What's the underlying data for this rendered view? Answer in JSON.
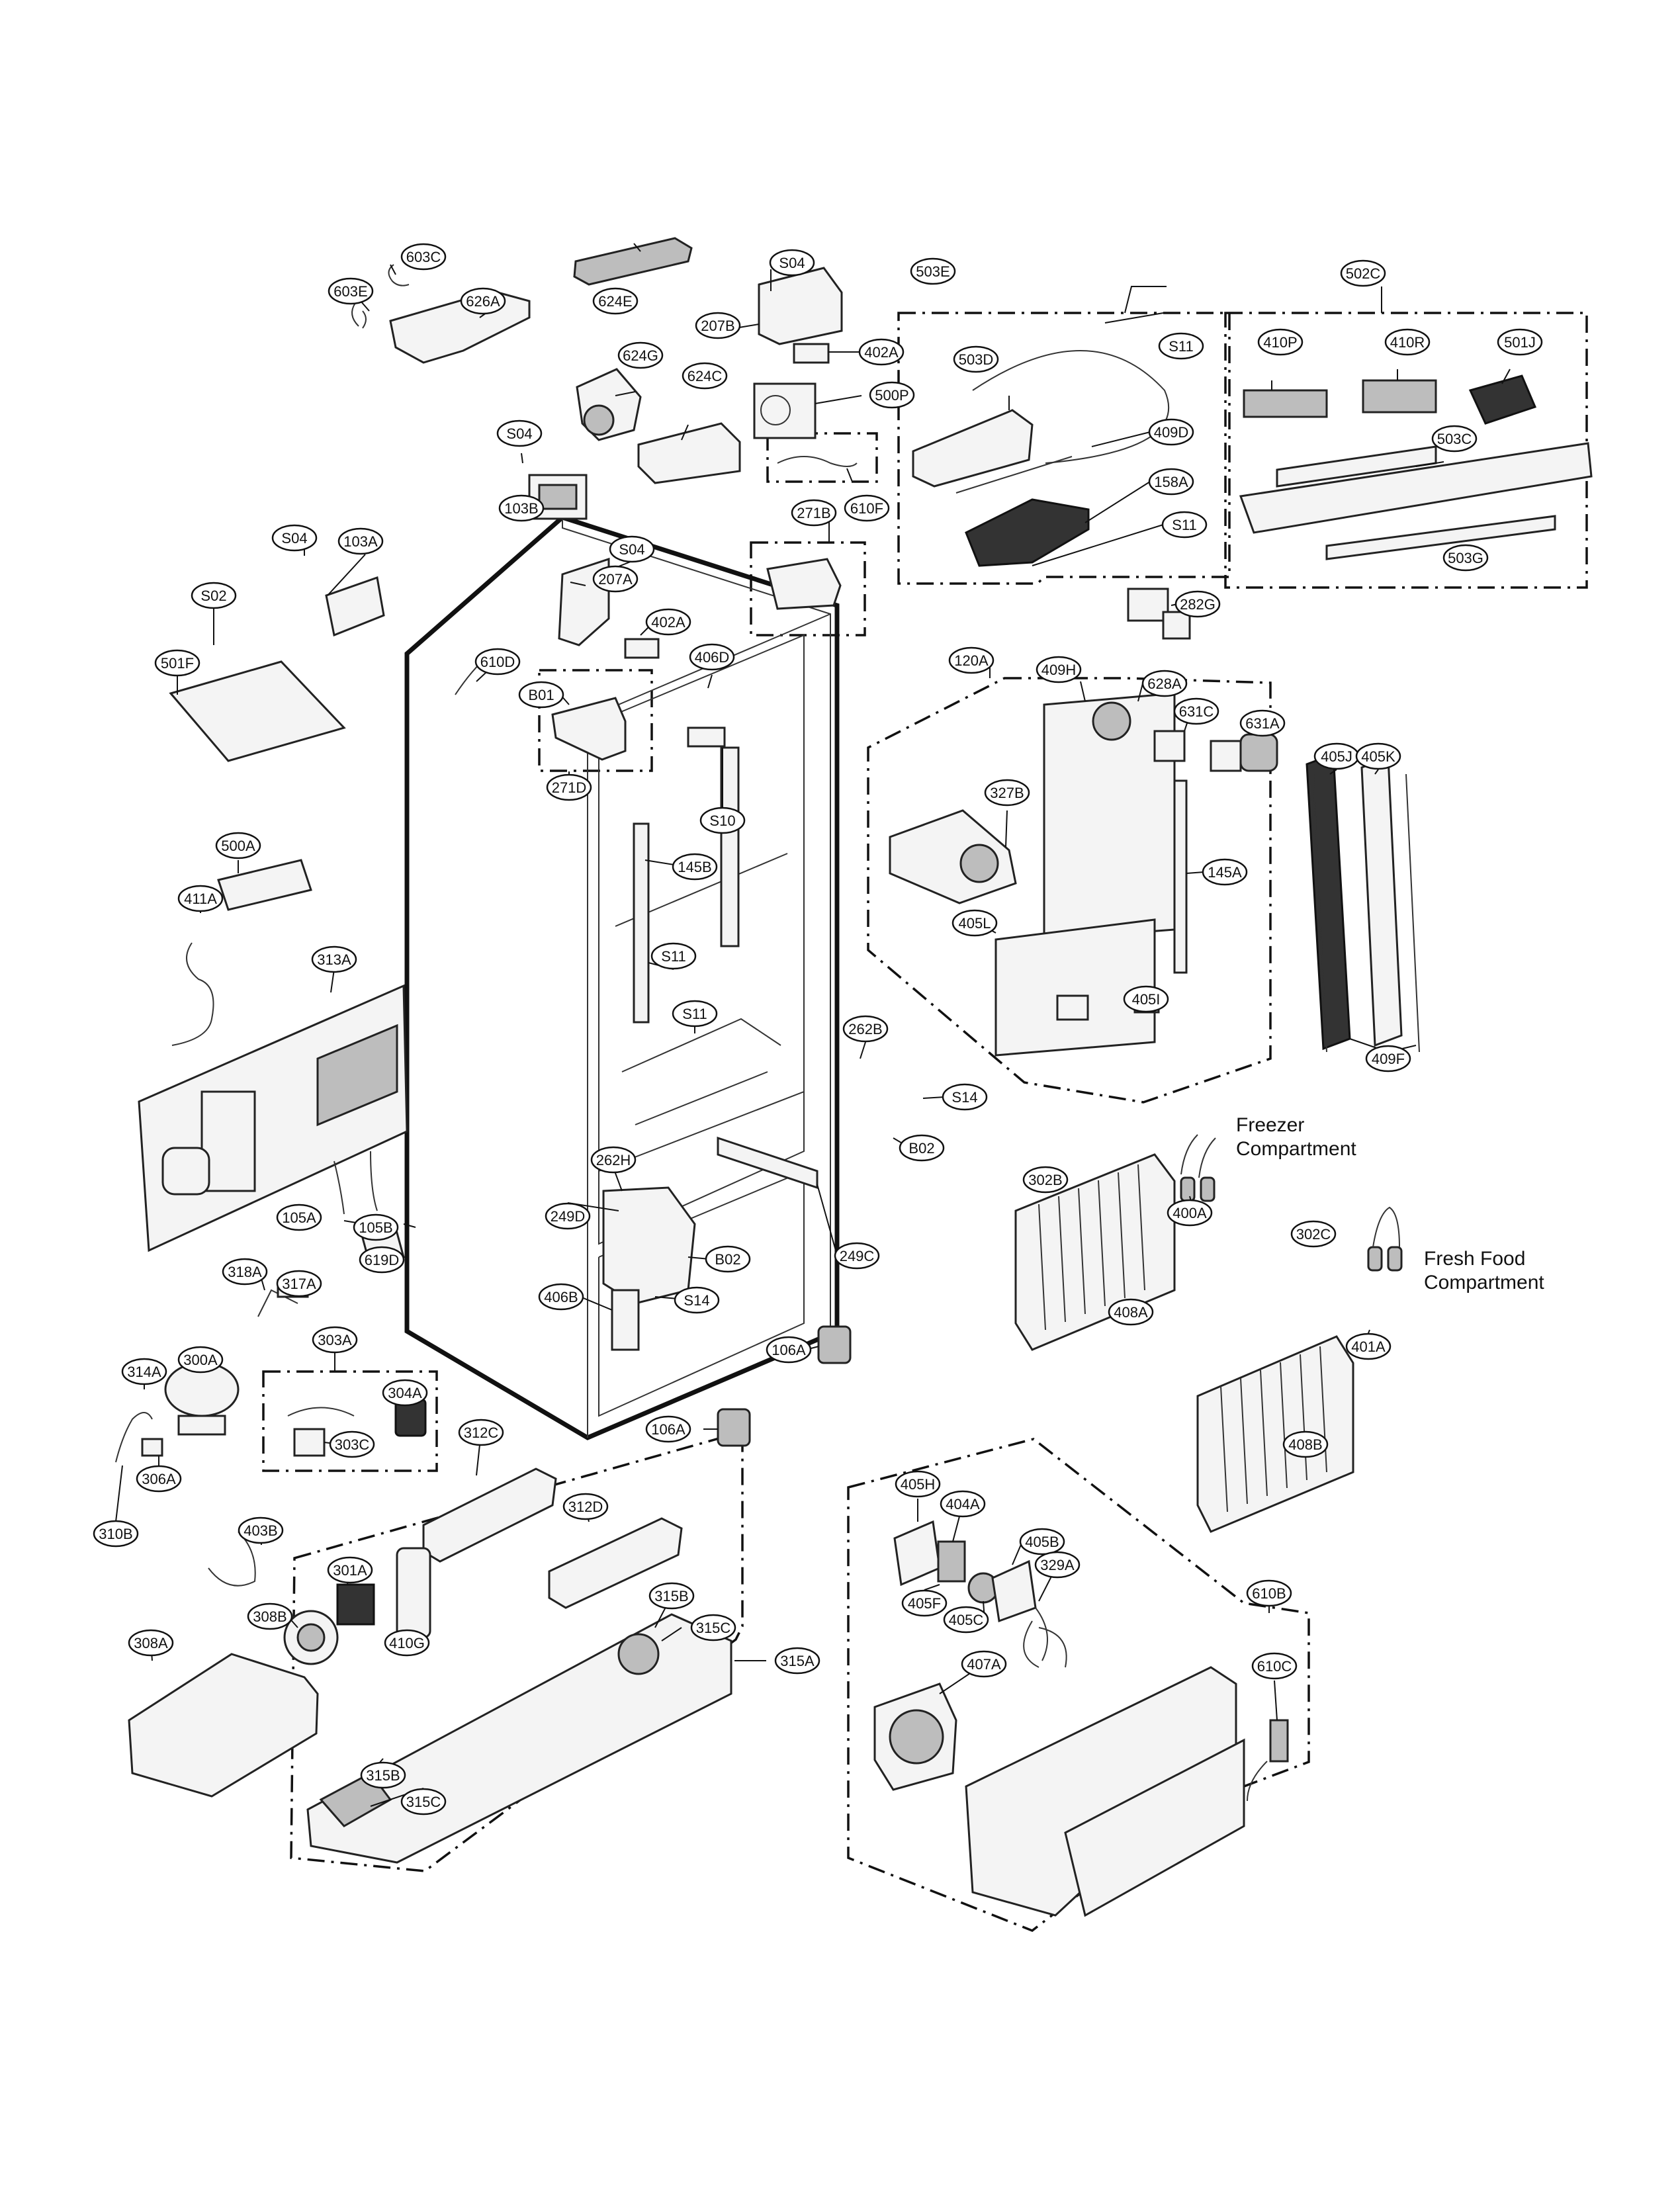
{
  "diagram": {
    "annotations": {
      "freezer_compartment": [
        "Freezer",
        "Compartment"
      ],
      "fresh_food_compartment": [
        "Fresh Food",
        "Compartment"
      ]
    },
    "callouts": [
      "603E",
      "603C",
      "626A",
      "624E",
      "S04",
      "207B",
      "402A",
      "500P",
      "624G",
      "624C",
      "610F",
      "503E",
      "503D",
      "S11",
      "409D",
      "158A",
      "S11",
      "502C",
      "410P",
      "410R",
      "501J",
      "503C",
      "503G",
      "S04",
      "103B",
      "S04",
      "103A",
      "S02",
      "501F",
      "S04",
      "207A",
      "402A",
      "271B",
      "610D",
      "B01",
      "406D",
      "271D",
      "S10",
      "145B",
      "S11",
      "S11",
      "500A",
      "411A",
      "313A",
      "282G",
      "120A",
      "409H",
      "628A",
      "631C",
      "631A",
      "327B",
      "405L",
      "145A",
      "405I",
      "405J",
      "405K",
      "409F",
      "262B",
      "S14",
      "B02",
      "262H",
      "249D",
      "B02",
      "S14",
      "249C",
      "406B",
      "105A",
      "105B",
      "619D",
      "318A",
      "317A",
      "302B",
      "400A",
      "302C",
      "401A",
      "408A",
      "408B",
      "106A",
      "106A",
      "303A",
      "304A",
      "303C",
      "314A",
      "300A",
      "306A",
      "310B",
      "312C",
      "312D",
      "403B",
      "301A",
      "308B",
      "410G",
      "315B",
      "315C",
      "315A",
      "308A",
      "315B",
      "315C",
      "405H",
      "404A",
      "405F",
      "405B",
      "329A",
      "405C",
      "407A",
      "610B",
      "610C"
    ]
  }
}
